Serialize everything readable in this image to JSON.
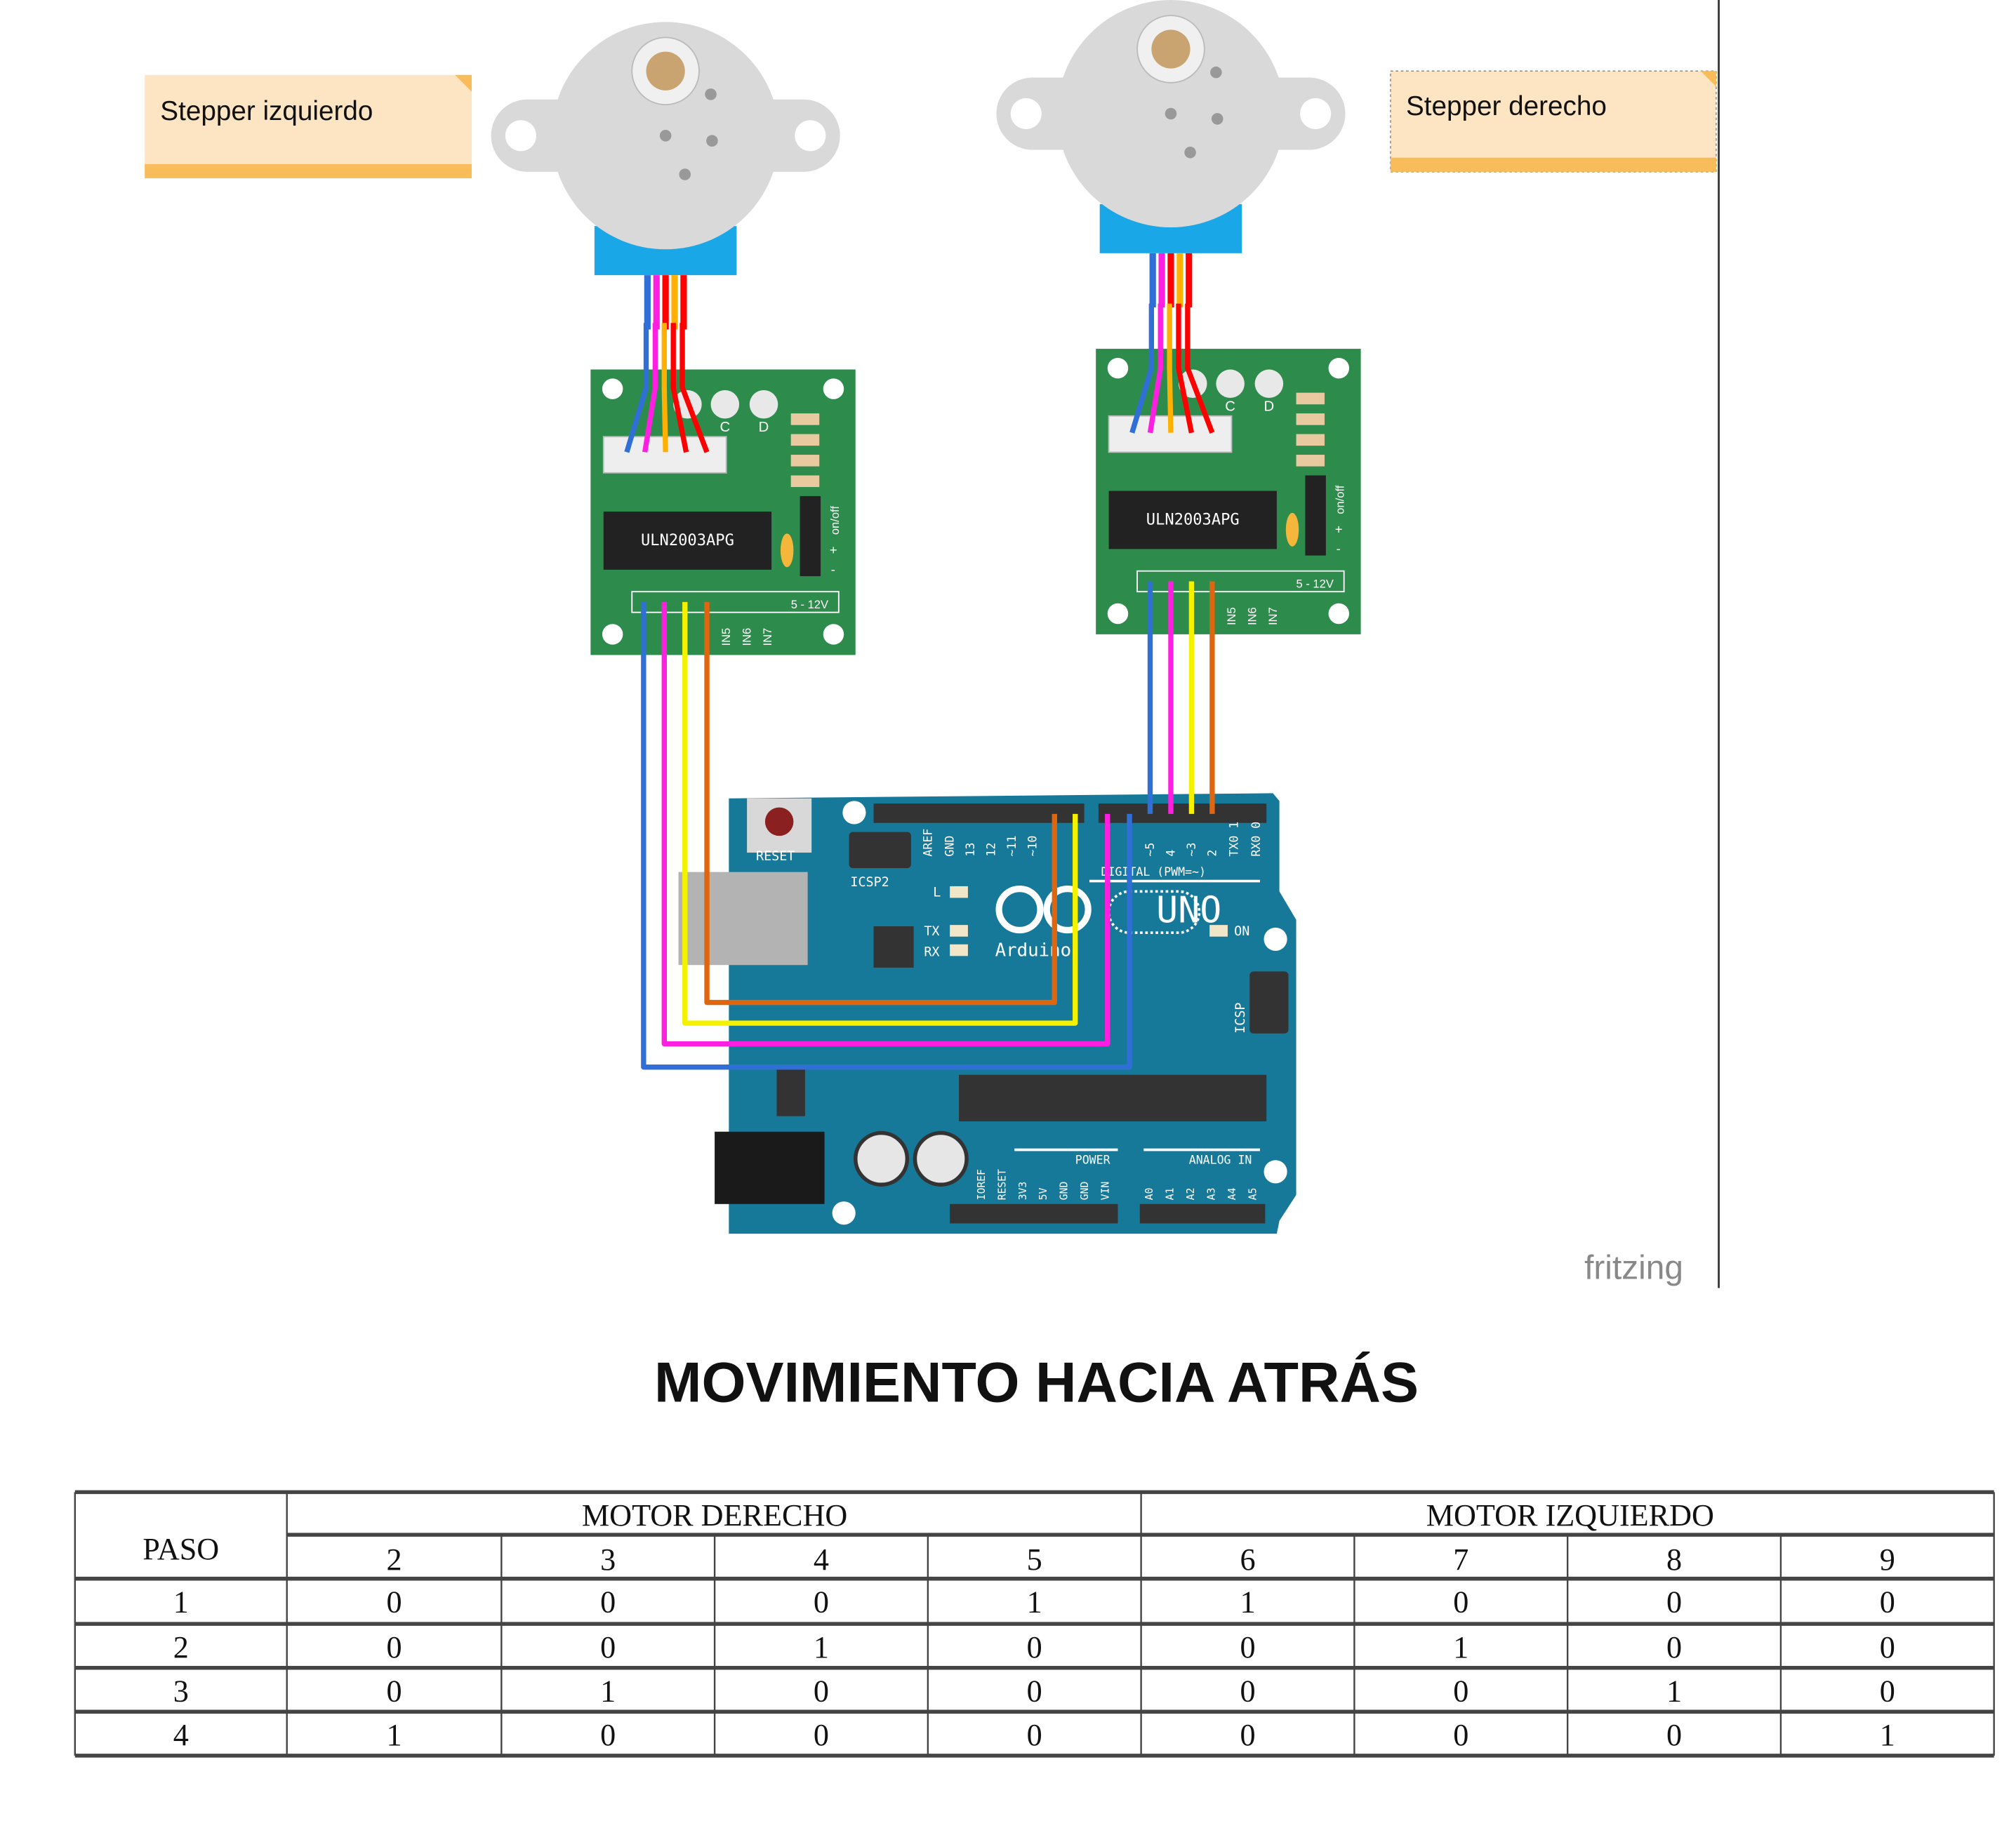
{
  "diagram": {
    "notes": {
      "left": "Stepper izquierdo",
      "right": "Stepper derecho"
    },
    "driver_chip_label": "ULN2003APG",
    "driver_labels": {
      "c": "C",
      "d": "D",
      "onoff": "on/off",
      "plus": "+",
      "minus": "-",
      "voltage": "5 - 12V",
      "in5": "IN5",
      "in6": "IN6",
      "in7": "IN7"
    },
    "arduino": {
      "reset": "RESET",
      "icsp2": "ICSP2",
      "icsp": "ICSP",
      "brand": "Arduino",
      "model": "UNO",
      "digital": "DIGITAL (PWM=~)",
      "power": "POWER",
      "analog": "ANALOG IN",
      "led_l": "L",
      "led_tx": "TX",
      "led_rx": "RX",
      "led_on": "ON",
      "top_pins": [
        "AREF",
        "GND",
        "13",
        "12",
        "~11",
        "~10",
        "~5",
        "4",
        "~3",
        "2",
        "TX0 1",
        "RX0 0"
      ],
      "power_pins": [
        "IOREF",
        "RESET",
        "3V3",
        "5V",
        "GND",
        "GND",
        "VIN"
      ],
      "analog_pins": [
        "A0",
        "A1",
        "A2",
        "A3",
        "A4",
        "A5"
      ]
    },
    "wire_colors": {
      "blue": "#2f6fd6",
      "magenta": "#ff1fe0",
      "yellow": "#f5f200",
      "orange": "#e0650f",
      "red": "#ff0000"
    },
    "watermark": "fritzing"
  },
  "title": "MOVIMIENTO HACIA ATRÁS",
  "table": {
    "paso_header": "PASO",
    "groups": [
      "MOTOR DERECHO",
      "MOTOR IZQUIERDO"
    ],
    "pins": [
      "2",
      "3",
      "4",
      "5",
      "6",
      "7",
      "8",
      "9"
    ],
    "rows": [
      {
        "paso": "1",
        "values": [
          "0",
          "0",
          "0",
          "1",
          "1",
          "0",
          "0",
          "0"
        ]
      },
      {
        "paso": "2",
        "values": [
          "0",
          "0",
          "1",
          "0",
          "0",
          "1",
          "0",
          "0"
        ]
      },
      {
        "paso": "3",
        "values": [
          "0",
          "1",
          "0",
          "0",
          "0",
          "0",
          "1",
          "0"
        ]
      },
      {
        "paso": "4",
        "values": [
          "1",
          "0",
          "0",
          "0",
          "0",
          "0",
          "0",
          "1"
        ]
      }
    ]
  }
}
